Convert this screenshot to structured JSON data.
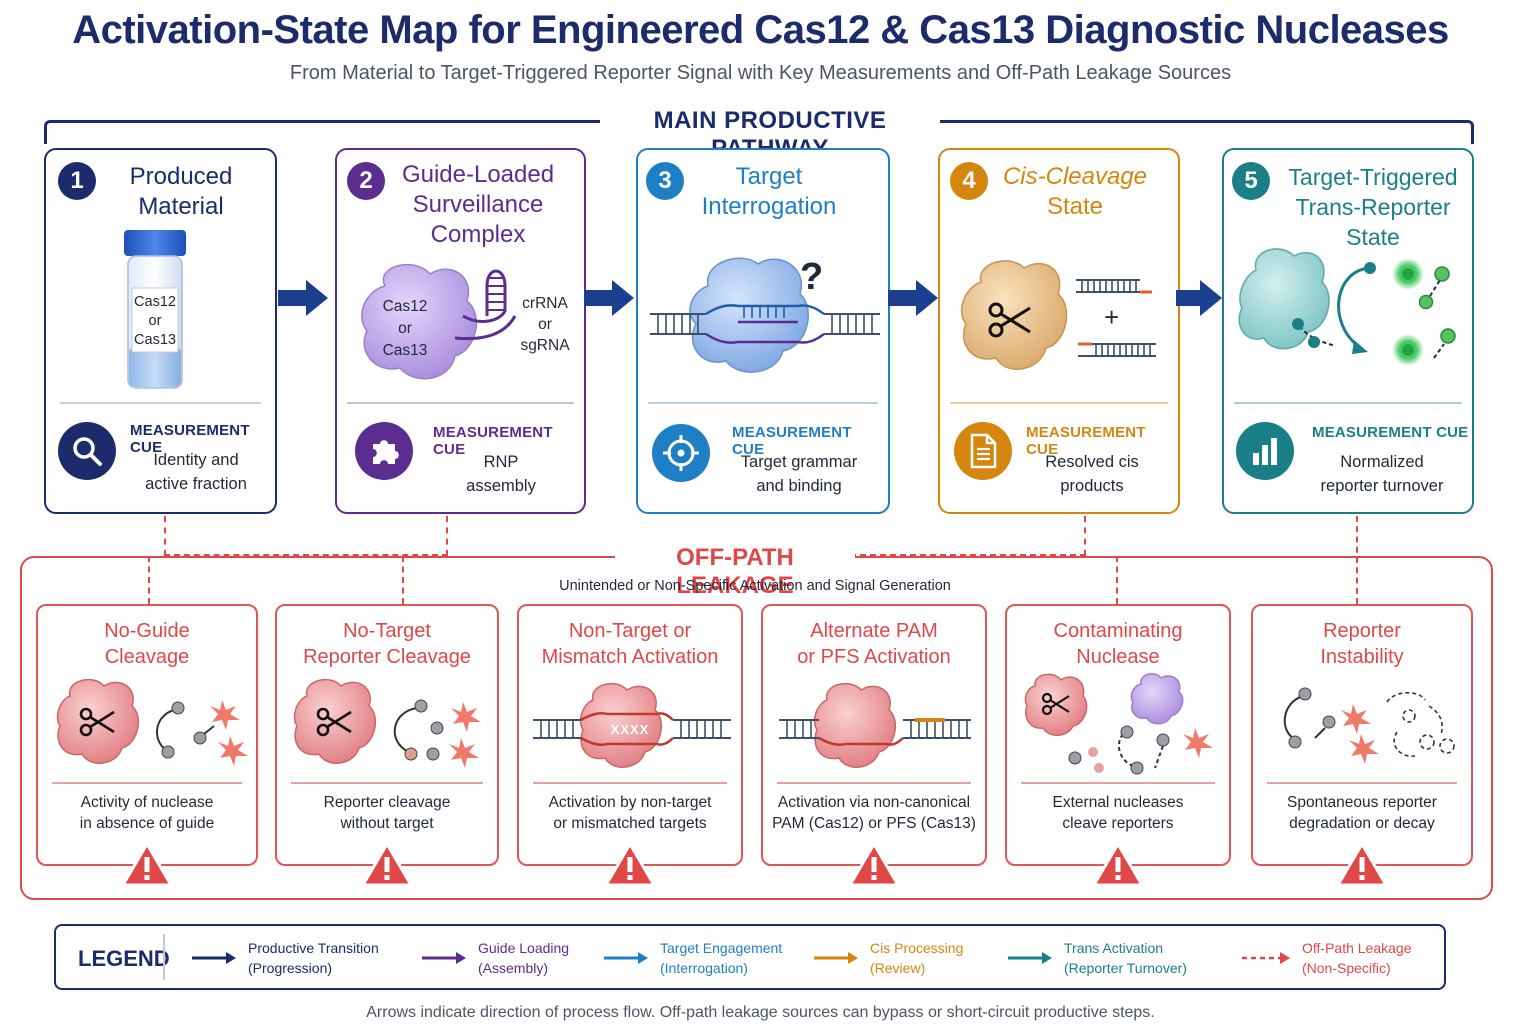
{
  "header": {
    "title": "Activation-State Map for Engineered Cas12 & Cas13 Diagnostic Nucleases",
    "subtitle": "From Material to Target-Triggered Reporter Signal with Key Measurements and Off-Path Leakage Sources"
  },
  "main_pathway": {
    "label": "MAIN PRODUCTIVE PATHWAY",
    "stages": [
      {
        "number": "1",
        "title_line1": "Produced",
        "title_line2": "Material",
        "vial_line1": "Cas12",
        "vial_line2": "or",
        "vial_line3": "Cas13",
        "cue_heading": "MEASUREMENT CUE",
        "cue_line1": "Identity and",
        "cue_line2": "active fraction",
        "color": "#1b2b6b"
      },
      {
        "number": "2",
        "title_line1": "Guide-Loaded",
        "title_line2": "Surveillance",
        "title_line3": "Complex",
        "protein_line1": "Cas12",
        "protein_line2": "or",
        "protein_line3": "Cas13",
        "guide_line1": "crRNA",
        "guide_line2": "or",
        "guide_line3": "sgRNA",
        "cue_heading": "MEASUREMENT CUE",
        "cue_line1": "RNP",
        "cue_line2": "assembly",
        "color": "#5b2d91"
      },
      {
        "number": "3",
        "title_line1": "Target",
        "title_line2": "Interrogation",
        "glyph": "?",
        "cue_heading": "MEASUREMENT CUE",
        "cue_line1": "Target grammar",
        "cue_line2": "and binding",
        "color": "#1f7fc4"
      },
      {
        "number": "4",
        "title_line1": "Cis-Cleavage",
        "title_line2": "State",
        "glyph": "+",
        "cue_heading": "MEASUREMENT CUE",
        "cue_line1": "Resolved cis",
        "cue_line2": "products",
        "color": "#d4860f"
      },
      {
        "number": "5",
        "title_line1": "Target-Triggered",
        "title_line2": "Trans-Reporter State",
        "cue_heading": "MEASUREMENT CUE",
        "cue_line1": "Normalized",
        "cue_line2": "reporter turnover",
        "color": "#1a7f86"
      }
    ]
  },
  "leakage": {
    "label": "OFF-PATH LEAKAGE",
    "subtitle": "Unintended or Non-Specific Activation and Signal Generation",
    "items": [
      {
        "title_line1": "No-Guide",
        "title_line2": "Cleavage",
        "desc_line1": "Activity of nuclease",
        "desc_line2": "in absence of guide"
      },
      {
        "title_line1": "No-Target",
        "title_line2": "Reporter Cleavage",
        "desc_line1": "Reporter cleavage",
        "desc_line2": "without target"
      },
      {
        "title_line1": "Non-Target or",
        "title_line2": "Mismatch Activation",
        "desc_line1": "Activation by non-target",
        "desc_line2": "or mismatched targets",
        "mismatch_marks": "XXXX"
      },
      {
        "title_line1": "Alternate PAM",
        "title_line2": "or PFS Activation",
        "desc_line1": "Activation via non-canonical",
        "desc_line2": "PAM (Cas12) or PFS (Cas13)"
      },
      {
        "title_line1": "Contaminating",
        "title_line2": "Nuclease",
        "desc_line1": "External nucleases",
        "desc_line2": "cleave reporters"
      },
      {
        "title_line1": "Reporter",
        "title_line2": "Instability",
        "desc_line1": "Spontaneous reporter",
        "desc_line2": "degradation or decay"
      }
    ],
    "color": "#e04848"
  },
  "legend": {
    "title": "LEGEND",
    "items": [
      {
        "line1": "Productive Transition",
        "line2": "(Progression)",
        "color": "#1b2b6b"
      },
      {
        "line1": "Guide Loading",
        "line2": "(Assembly)",
        "color": "#5b2d91"
      },
      {
        "line1": "Target Engagement",
        "line2": "(Interrogation)",
        "color": "#1f7fc4"
      },
      {
        "line1": "Cis Processing",
        "line2": "(Review)",
        "color": "#d4860f"
      },
      {
        "line1": "Trans Activation",
        "line2": "(Reporter Turnover)",
        "color": "#1a7f86"
      },
      {
        "line1": "Off-Path Leakage",
        "line2": "(Non-Specific)",
        "color": "#e04848"
      }
    ]
  },
  "footer": "Arrows indicate direction of process flow.  Off-path leakage sources can bypass or short-circuit productive steps.",
  "icons": [
    "search-icon",
    "puzzle-icon",
    "target-icon",
    "document-icon",
    "bar-chart-icon",
    "scissors-icon",
    "warning-icon"
  ]
}
